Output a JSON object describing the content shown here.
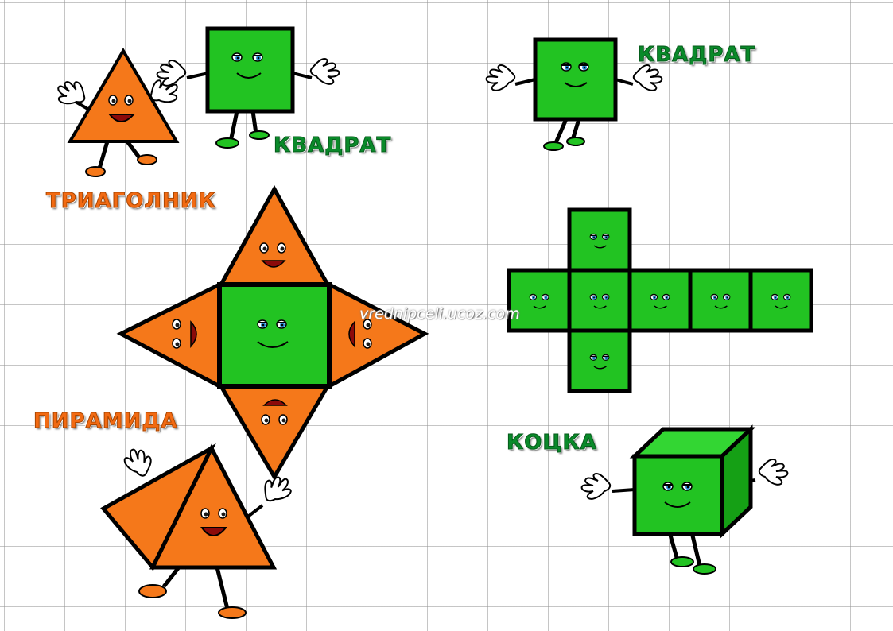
{
  "labels": {
    "square_top_left": "КВАДРАТ",
    "square_top_right": "КВАДРАТ",
    "triangle": "ТРИАГОЛНИК",
    "pyramid": "ПИРАМИДА",
    "cube": "КОЦКА"
  },
  "watermark": "vrednipceli.ucoz.com",
  "colors": {
    "square_green": "#22c322",
    "triangle_orange": "#f5781a",
    "outline": "#000000",
    "label_green": "#0a8a2a",
    "label_orange": "#f26a12"
  }
}
